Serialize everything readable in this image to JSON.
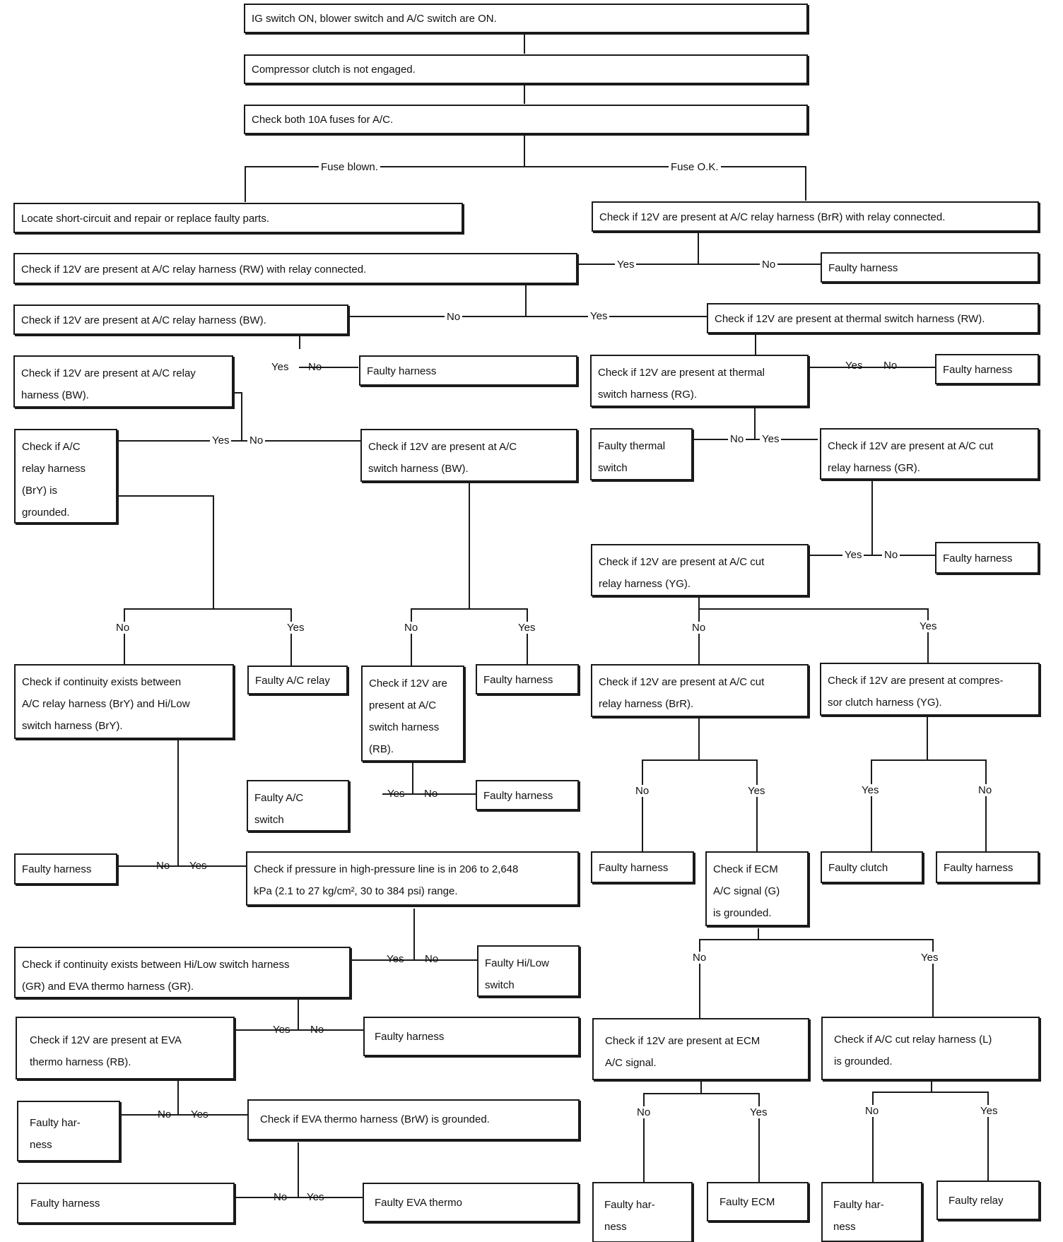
{
  "boxes": {
    "start": "IG switch ON, blower switch and A/C switch are ON.",
    "no_clutch": "Compressor clutch is not engaged.",
    "check_fuses": "Check both 10A fuses for A/C.",
    "locate_short": "Locate short-circuit and repair or replace faulty parts.",
    "check_relay_brr": "Check if 12V are present at A/C relay harness (BrR) with relay connected.",
    "check_relay_rw": "Check if 12V are present at A/C relay harness (RW) with relay connected.",
    "faulty_harness_1": "Faulty harness",
    "check_relay_bw": "Check if 12V are present at A/C relay harness (BW).",
    "check_thermal_rw": "Check if 12V are present at thermal switch harness (RW).",
    "check_relay_bw_2": "Check if 12V are present at A/C relay\nharness (BW).",
    "faulty_harness_2": "Faulty harness",
    "check_thermal_rg": "Check if 12V are present at thermal\nswitch harness (RG).",
    "faulty_harness_3": "Faulty harness",
    "check_relay_bry_grounded": "Check if A/C\nrelay harness\n(BrY) is\ngrounded.",
    "check_switch_bw": "Check if 12V are present at A/C\nswitch harness (BW).",
    "faulty_thermal_switch": "Faulty thermal\nswitch",
    "check_cut_relay_gr": "Check if 12V are present at A/C cut\nrelay harness (GR).",
    "check_cut_relay_yg": "Check if 12V are present at A/C cut\nrelay harness (YG).",
    "faulty_harness_4": "Faulty harness",
    "check_continuity_bry": "Check if continuity exists between\nA/C relay harness (BrY) and Hi/Low\nswitch harness (BrY).",
    "faulty_ac_relay": "Faulty A/C relay",
    "check_switch_rb": "Check if 12V are\npresent at A/C\nswitch harness\n(RB).",
    "faulty_harness_5": "Faulty harness",
    "check_cut_relay_brr": "Check if 12V are present at A/C cut\nrelay harness (BrR).",
    "check_clutch_yg": "Check if 12V are present at compres-\nsor clutch harness (YG).",
    "faulty_ac_switch": "Faulty A/C\nswitch",
    "faulty_harness_6": "Faulty harness",
    "faulty_harness_7": "Faulty harness",
    "check_pressure": "Check if pressure in high-pressure line is in 206 to 2,648\nkPa (2.1 to 27 kg/cm², 30 to 384 psi) range.",
    "faulty_harness_8": "Faulty harness",
    "check_ecm_grounded": "Check if ECM\nA/C signal (G)\nis grounded.",
    "faulty_clutch": "Faulty clutch",
    "faulty_harness_9": "Faulty harness",
    "check_continuity_gr": "Check if continuity exists between Hi/Low switch harness\n(GR) and EVA thermo harness (GR).",
    "faulty_hilow_switch": "Faulty Hi/Low\nswitch",
    "check_eva_rb": "Check if 12V are present at EVA\nthermo harness (RB).",
    "faulty_harness_10": "Faulty harness",
    "check_ecm_signal": "Check if 12V are present at ECM\nA/C signal.",
    "check_cut_relay_l": "Check if A/C cut relay harness (L)\nis grounded.",
    "faulty_harness_11": "Faulty har-\nness",
    "check_eva_brw": "Check if EVA thermo harness (BrW) is grounded.",
    "faulty_harness_12": "Faulty harness",
    "faulty_eva_thermo": "Faulty EVA thermo",
    "faulty_harness_13": "Faulty har-\nness",
    "faulty_ecm": "Faulty ECM",
    "faulty_harness_14": "Faulty har-\nness",
    "faulty_relay": "Faulty relay"
  },
  "labels": {
    "fuse_blown": "Fuse blown.",
    "fuse_ok": "Fuse O.K.",
    "yes_1": "Yes",
    "no_1": "No",
    "no_2": "No",
    "yes_2": "Yes",
    "yes_3": "Yes",
    "no_3": "No",
    "yes_4": "Yes",
    "no_4": "No",
    "yes_5": "Yes",
    "no_5": "No",
    "no_6": "No",
    "yes_6": "Yes",
    "yes_7": "Yes",
    "no_7": "No",
    "no_8": "No",
    "yes_8": "Yes",
    "no_9": "No",
    "yes_9": "Yes",
    "no_10": "No",
    "yes_10": "Yes",
    "no_11": "No",
    "yes_11": "Yes",
    "no_12": "No",
    "yes_12": "Yes",
    "yes_13": "Yes",
    "no_13": "No",
    "yes_14": "Yes",
    "no_14": "No",
    "no_15": "No",
    "yes_15": "Yes",
    "yes_16": "Yes",
    "no_16": "No",
    "yes_17": "Yes",
    "no_17": "No",
    "no_18": "No",
    "yes_18": "Yes",
    "no_19": "No",
    "yes_19": "Yes",
    "no_20": "No",
    "yes_20": "Yes",
    "no_21": "No",
    "yes_21": "Yes",
    "no_22": "No",
    "yes_22": "Yes"
  },
  "colors": {
    "line": "#1a1a1a",
    "background": "#ffffff"
  }
}
